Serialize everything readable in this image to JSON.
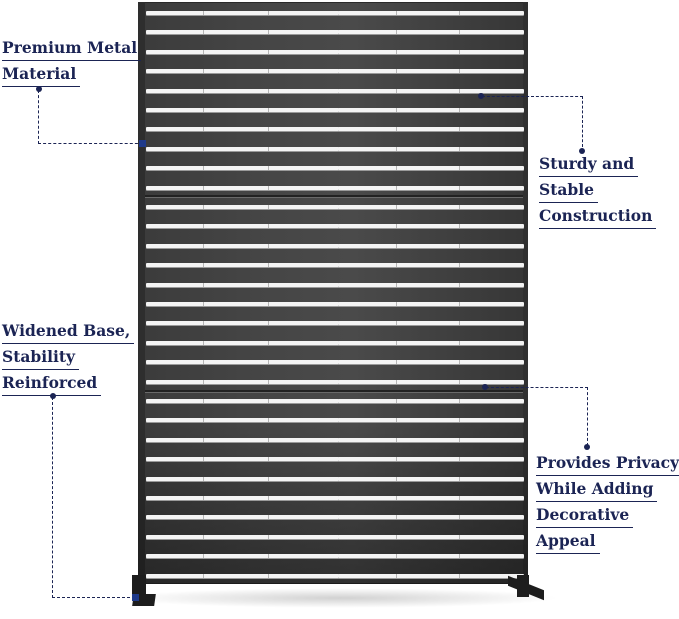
{
  "product": {
    "name": "metal privacy screen panel",
    "frame_color": "#404040",
    "slat_color": "#f4f4f4",
    "label_color": "#1b2454"
  },
  "callouts": [
    {
      "id": "premium-metal",
      "lines": [
        "Premium Metal",
        "Material"
      ]
    },
    {
      "id": "sturdy-stable",
      "lines": [
        "Sturdy and",
        "Stable",
        "Construction"
      ]
    },
    {
      "id": "widened-base",
      "lines": [
        "Widened Base,",
        "Stability",
        "Reinforced"
      ]
    },
    {
      "id": "privacy-decorative",
      "lines": [
        "Provides Privacy",
        "While Adding",
        "Decorative",
        "Appeal"
      ]
    }
  ]
}
